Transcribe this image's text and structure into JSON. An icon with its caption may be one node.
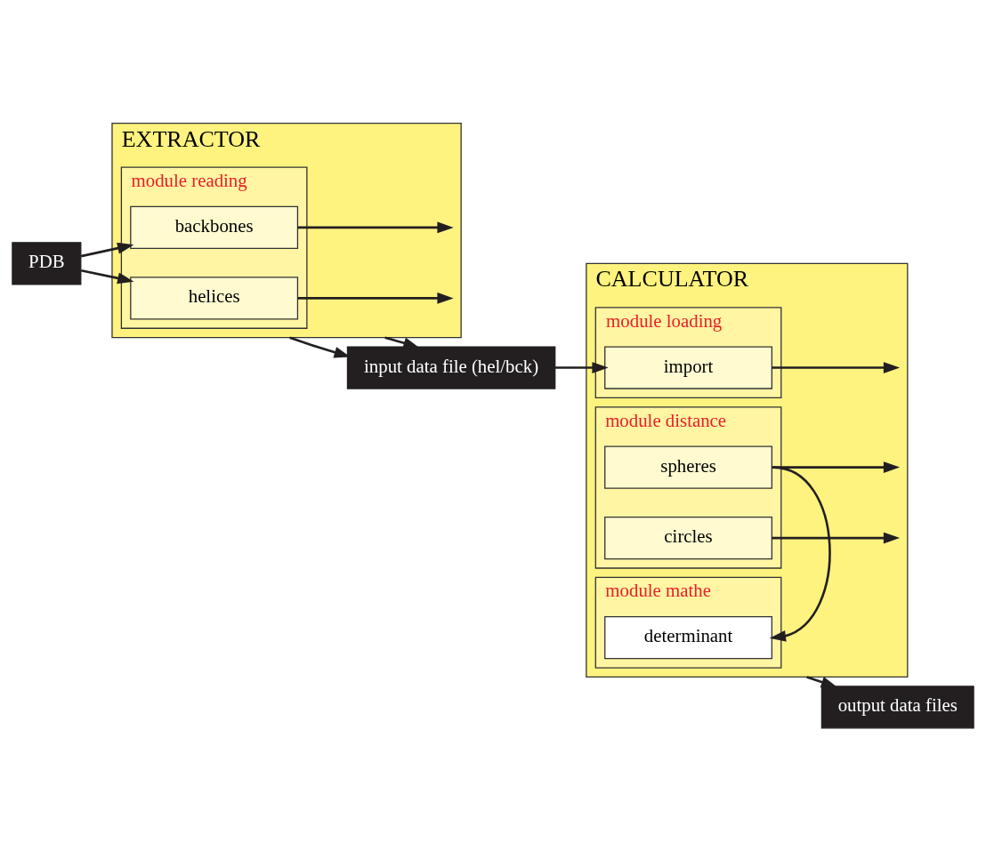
{
  "diagram": {
    "nodes": [
      {
        "text": [
          "EXTRACTOR"
        ]
      },
      {
        "text": [
          "module reading"
        ],
        "in": 0
      },
      {
        "text": [
          "helices"
        ],
        "in": 1
      },
      {
        "text": [
          "backbones"
        ],
        "in": 1
      },
      {
        "text": [
          "CALCULATOR"
        ]
      },
      {
        "text": [
          "module mathe"
        ],
        "in": 4
      },
      {
        "text": [
          "determinant"
        ],
        "in": 5
      },
      {
        "text": [
          "module loading"
        ],
        "in": 4
      },
      {
        "text": [
          "import"
        ],
        "in": 7
      },
      {
        "text": [
          "module distance"
        ],
        "in": 4
      },
      {
        "text": [
          "spheres"
        ],
        "in": 9
      },
      {
        "text": [
          "circles"
        ],
        "in": 9
      },
      {
        "text": [
          "PDB"
        ]
      },
      {
        "text": [
          "input data file (hel/bck)"
        ]
      },
      {
        "text": [
          "output data files"
        ]
      }
    ],
    "edges": [
      {
        "from": 2,
        "to": null,
        "arrow": "to"
      },
      {
        "from": 3,
        "to": null,
        "arrow": "to"
      },
      {
        "from": 12,
        "to": 2,
        "arrow": "to"
      },
      {
        "from": 12,
        "to": 3,
        "arrow": "to"
      },
      {
        "from": 0,
        "to": 13,
        "arrow": "to"
      },
      {
        "from": 0,
        "to": 13,
        "arrow": "to"
      },
      {
        "from": 13,
        "to": 8,
        "arrow": "to"
      },
      {
        "from": 8,
        "to": null,
        "arrow": "to"
      },
      {
        "from": 10,
        "to": 6,
        "arrow": "to"
      },
      {
        "from": 10,
        "to": null,
        "arrow": "to"
      },
      {
        "from": 11,
        "to": null,
        "arrow": "to"
      },
      {
        "from": 4,
        "to": 14,
        "arrow": "to"
      }
    ]
  }
}
